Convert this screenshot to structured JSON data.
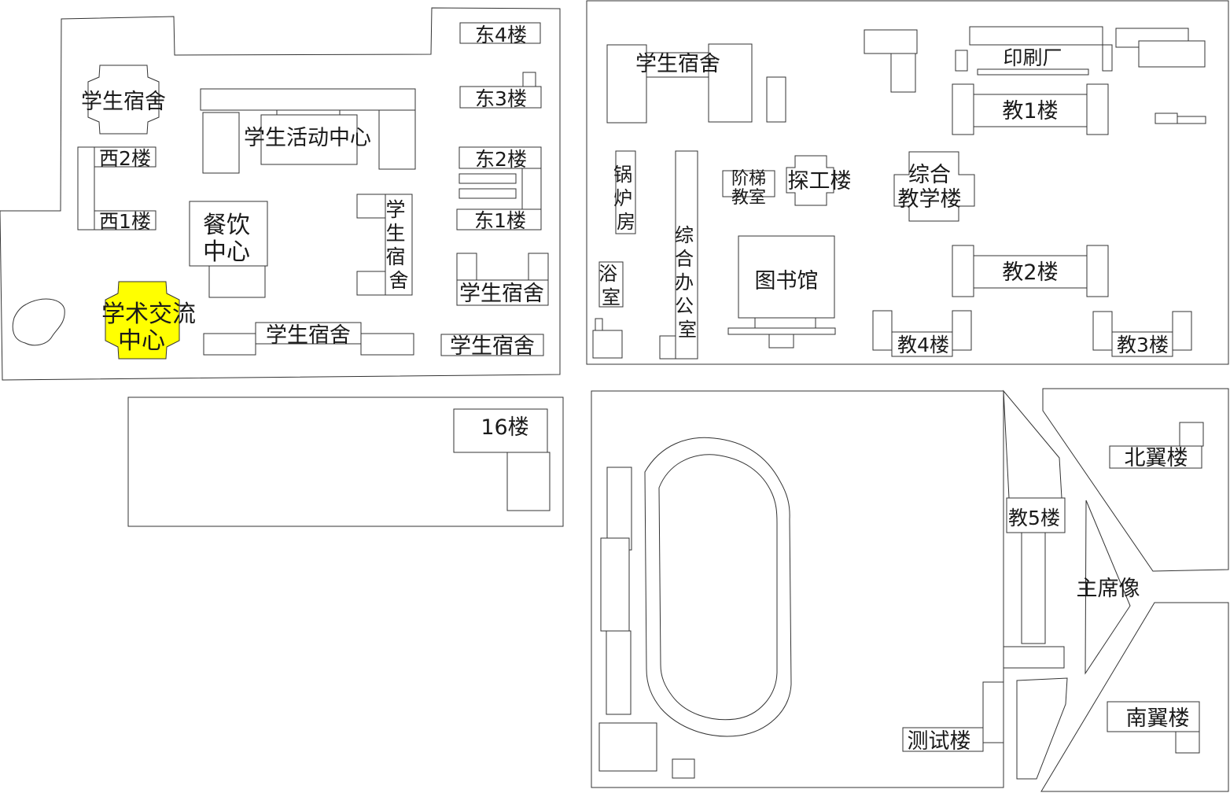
{
  "colors": {
    "outline": "#333333",
    "background": "#ffffff",
    "highlight": "#ffff00",
    "text": "#1a1a1a"
  },
  "labels": {
    "dorm_nw": "学生宿舍",
    "student_center": "学生活动中心",
    "east4": "东4楼",
    "east3": "东3楼",
    "east2": "东2楼",
    "east1": "东1楼",
    "west2": "西2楼",
    "west1": "西1楼",
    "dining_1": "餐饮",
    "dining_2": "中心",
    "dorm_vertical": "学生宿舍",
    "dorm_e": "学生宿舍",
    "academic_1": "学术交流",
    "academic_2": "中心",
    "dorm_s": "学生宿舍",
    "dorm_se": "学生宿舍",
    "building16": "16楼",
    "dorm_ne": "学生宿舍",
    "printing": "印刷厂",
    "teach1": "教1楼",
    "boiler": "锅炉房",
    "office": "综合办公室",
    "lecture_1": "阶梯",
    "lecture_2": "教室",
    "tangong": "探工楼",
    "complex_1": "综合",
    "complex_2": "教学楼",
    "bath": "浴室",
    "library": "图书馆",
    "teach2": "教2楼",
    "teach4": "教4楼",
    "teach3": "教3楼",
    "north_wing": "北翼楼",
    "teach5": "教5楼",
    "mao_statue": "主席像",
    "south_wing": "南翼楼",
    "test_building": "测试楼"
  }
}
